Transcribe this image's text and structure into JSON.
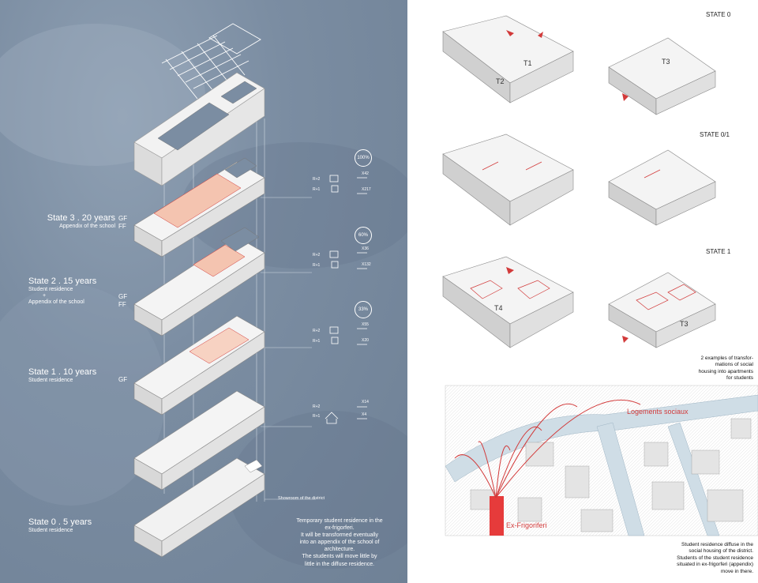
{
  "left": {
    "states": [
      {
        "title": "State 3 . 20 years",
        "subtitle": "Appendix of the school",
        "floors": [
          "GF",
          "FF"
        ]
      },
      {
        "title": "State 2 . 15 years",
        "subtitle_lines": [
          "Student residence",
          "+",
          "Appendix of the school"
        ],
        "floors": [
          "GF",
          "FF"
        ]
      },
      {
        "title": "State 1 . 10 years",
        "subtitle": "Student residence",
        "floors": [
          "GF"
        ]
      },
      {
        "title": "State 0 . 5 years",
        "subtitle": "Student residence"
      }
    ],
    "percentages": [
      "100%",
      "60%",
      "33%"
    ],
    "stats": {
      "s3": {
        "r2": "R+2",
        "r1": "R+1",
        "v1": "X42",
        "v2": "X217"
      },
      "s2": {
        "r2": "R+2",
        "r1": "R+1",
        "v1": "X36",
        "v2": "X132"
      },
      "s1": {
        "r2": "R+2",
        "r1": "R+1",
        "v1": "X55",
        "v2": "X20"
      },
      "s0": {
        "r2": "R+2",
        "r1": "R+1",
        "v1": "X14",
        "v2": "X4"
      }
    },
    "showroom": "Showroom of the district",
    "caption": [
      "Temporary student residence in the",
      "ex-frigorferi.",
      "It will be transformed eventually",
      "into an appendix of the school of",
      "architecture.",
      "The students will move little by",
      "little in the diffuse residence."
    ]
  },
  "right": {
    "state_titles": [
      "STATE 0",
      "STATE 0/1",
      "STATE 1"
    ],
    "room_labels": [
      "T1",
      "T2",
      "T3",
      "T4",
      "T3"
    ],
    "caption1": [
      "2 examples of transfor-",
      "mations of social",
      "housing into apartments",
      "for students"
    ],
    "map_labels": {
      "logements": "Logements sociaux",
      "ex": "Ex-Frigoriferi"
    },
    "caption2": [
      "Student residence diffuse in the",
      "social housing of the district.",
      "Students of the student residence",
      "situated in ex-frigorferi (appendix)",
      "move in there."
    ]
  },
  "colors": {
    "accent": "#d23a3a",
    "background_left": "#7b8da2",
    "line": "#ffffff"
  }
}
